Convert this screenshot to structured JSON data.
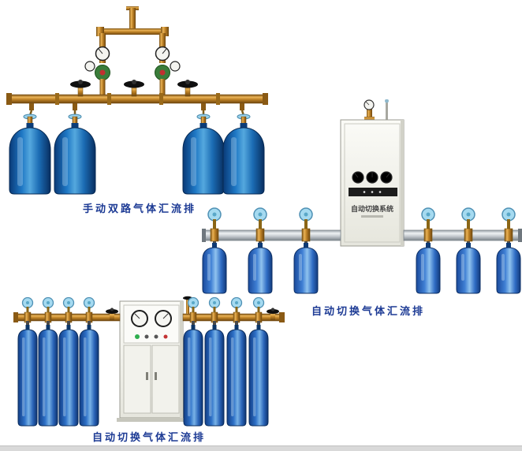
{
  "page": {
    "background": "#ffffff"
  },
  "products": [
    {
      "name": "manual-dual-manifold",
      "caption": "手动双路气体汇流排"
    },
    {
      "name": "auto-switch-manifold-wall",
      "caption": "自动切换气体汇流排",
      "cabinet_label": "自动切换系统"
    },
    {
      "name": "auto-switch-manifold-floor",
      "caption": "自动切换气体汇流排"
    }
  ],
  "colors": {
    "caption_text": "#1c3a94",
    "brass": "#c08428",
    "cylinder_blue": "#1e77c4",
    "cap_blue": "#a5daf0",
    "rail_silver": "#c2c8cd",
    "cabinet_white": "#f4f4ef"
  }
}
